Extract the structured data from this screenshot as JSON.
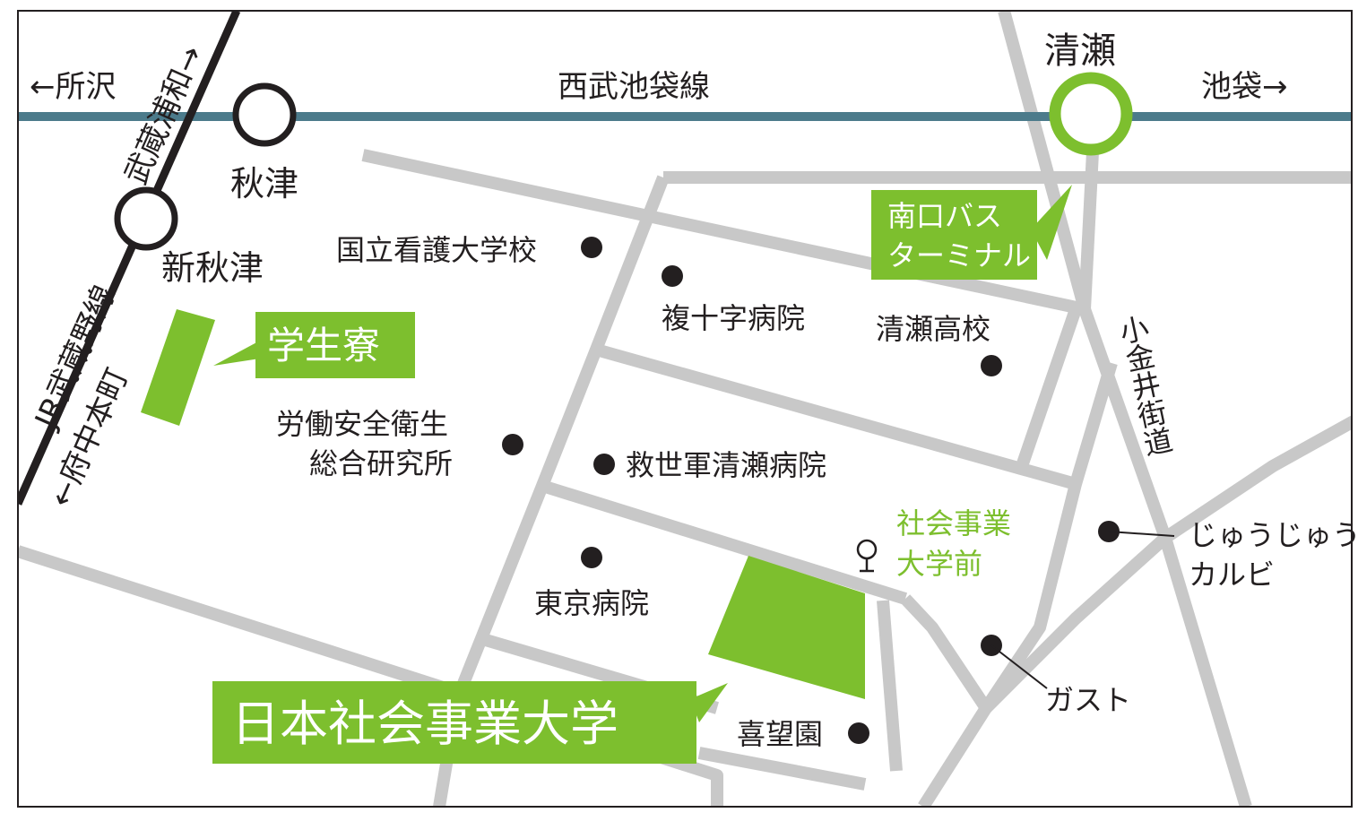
{
  "colors": {
    "road": "#c8c8c8",
    "rail_seibu": "#4c7b8b",
    "rail_jr": "#231f20",
    "accent_green": "#7dbf2e",
    "text": "#231f20",
    "poi_dot": "#231f20",
    "border": "#231f20"
  },
  "railways": {
    "seibu": {
      "name": "西武池袋線",
      "west_dir": "←所沢",
      "east_dir": "池袋→"
    },
    "jr": {
      "name": "JR武蔵野線",
      "north_dir": "武蔵浦和→",
      "south_dir": "←府中本町"
    }
  },
  "stations": {
    "kiyose": "清瀬",
    "akitsu": "秋津",
    "shin_akitsu": "新秋津"
  },
  "bus_terminal": {
    "line1": "南口バス",
    "line2": "ターミナル"
  },
  "bus_stop": {
    "line1": "社会事業",
    "line2": "大学前"
  },
  "dormitory": "学生寮",
  "university": "日本社会事業大学",
  "road_name": "小金井街道",
  "pois": {
    "nursing_school": "国立看護大学校",
    "fukujuji": "複十字病院",
    "kiyose_high": "清瀬高校",
    "jniosh_line1": "労働安全衛生",
    "jniosh_line2": "総合研究所",
    "kyuseigun": "救世軍清瀬病院",
    "tokyo_hospital": "東京病院",
    "kibouen": "喜望園",
    "juujuu_line1": "じゅうじゅう",
    "juujuu_line2": "カルビ",
    "gusto": "ガスト"
  }
}
